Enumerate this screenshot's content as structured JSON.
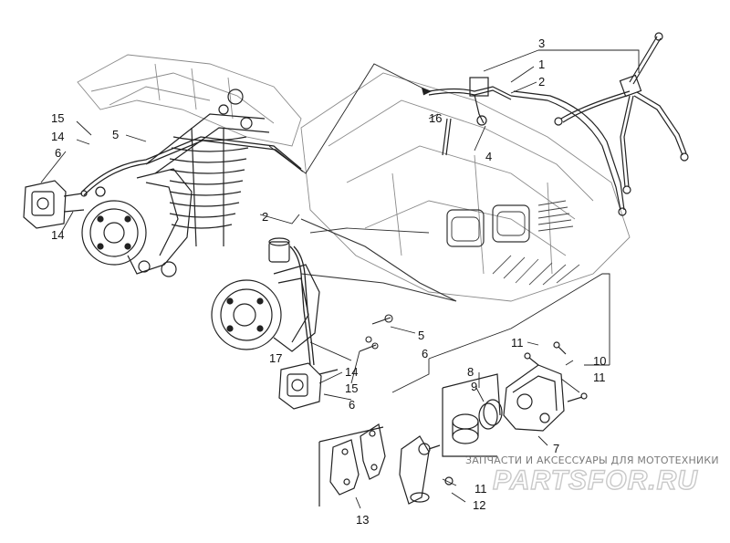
{
  "labels": {
    "l1": "1",
    "l2a": "2",
    "l2b": "2",
    "l3": "3",
    "l4": "4",
    "l5a": "5",
    "l5b": "5",
    "l6a": "6",
    "l6b": "6",
    "l6c": "6",
    "l7": "7",
    "l8": "8",
    "l9": "9",
    "l10": "10",
    "l11a": "11",
    "l11b": "11",
    "l11c": "11",
    "l12": "12",
    "l13": "13",
    "l14a": "14",
    "l14b": "14",
    "l14c": "14",
    "l15a": "15",
    "l15b": "15",
    "l16": "16",
    "l17": "17"
  },
  "watermark": {
    "tagline": "ЗАПЧАСТИ И АКСЕССУАРЫ ДЛЯ МОТОТЕХНИКИ",
    "logo": "PARTSFOR.RU"
  },
  "colors": {
    "line": "#222222",
    "frame": "#8a8a8a",
    "watermark": "#c9c9c9"
  }
}
